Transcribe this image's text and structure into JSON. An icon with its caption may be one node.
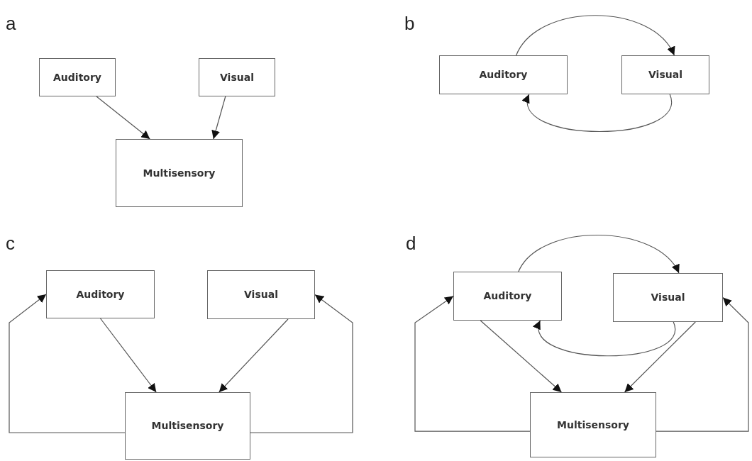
{
  "diagram": {
    "nodes": [
      {
        "text": [
          "Auditory"
        ]
      },
      {
        "text": [
          "Visual"
        ]
      },
      {
        "text": [
          "Multisensory"
        ]
      },
      {
        "text": [
          "Auditory"
        ]
      },
      {
        "text": [
          "Visual"
        ]
      },
      {
        "text": [
          "Auditory"
        ]
      },
      {
        "text": [
          "Visual"
        ]
      },
      {
        "text": [
          "Multisensory"
        ]
      },
      {
        "text": [
          "Auditory"
        ]
      },
      {
        "text": [
          "Visual"
        ]
      },
      {
        "text": [
          "Multisensory"
        ]
      }
    ],
    "edges": [
      {
        "from": 0,
        "to": 2,
        "arrow": "to"
      },
      {
        "from": 1,
        "to": 2,
        "arrow": "to"
      },
      {
        "from": 3,
        "to": 4,
        "arrow": "to"
      },
      {
        "from": 4,
        "to": 3,
        "arrow": "to"
      },
      {
        "from": 5,
        "to": 7,
        "arrow": "to"
      },
      {
        "from": 6,
        "to": 7,
        "arrow": "to"
      },
      {
        "from": 7,
        "to": 5,
        "arrow": "to"
      },
      {
        "from": 7,
        "to": 6,
        "arrow": "to"
      },
      {
        "from": 8,
        "to": 9,
        "arrow": "to"
      },
      {
        "from": 9,
        "to": 8,
        "arrow": "to"
      },
      {
        "from": 8,
        "to": 10,
        "arrow": "to"
      },
      {
        "from": 9,
        "to": 10,
        "arrow": "to"
      },
      {
        "from": 10,
        "to": 8,
        "arrow": "to"
      },
      {
        "from": 10,
        "to": 9,
        "arrow": "to"
      }
    ],
    "labels": [
      "a",
      "b",
      "c",
      "d"
    ]
  }
}
